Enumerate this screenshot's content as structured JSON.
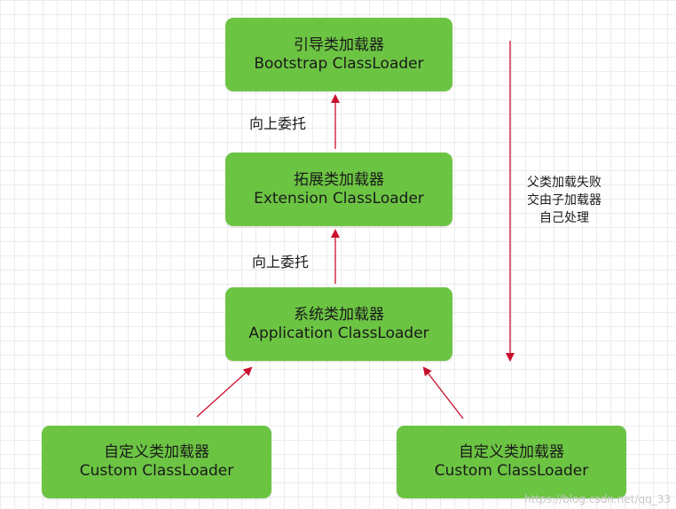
{
  "boxes": {
    "bootstrap": {
      "line1": "引导类加载器",
      "line2": "Bootstrap ClassLoader"
    },
    "extension": {
      "line1": "拓展类加载器",
      "line2": "Extension ClassLoader"
    },
    "application": {
      "line1": "系统类加载器",
      "line2": "Application ClassLoader"
    },
    "custom_1": {
      "line1": "自定义类加载器",
      "line2": "Custom ClassLoader"
    },
    "custom_2": {
      "line1": "自定义类加载器",
      "line2": "Custom ClassLoader"
    }
  },
  "labels": {
    "delegate_upper": "向上委托",
    "delegate_lower": "向上委托"
  },
  "side_note": {
    "line1": "父类加载失败",
    "line2": "交由子加载器",
    "line3": "自己处理"
  },
  "watermark": "https://blog.csdn.net/qq_33",
  "colors": {
    "box_fill": "#6cc443",
    "arrow": "#c8102e"
  }
}
